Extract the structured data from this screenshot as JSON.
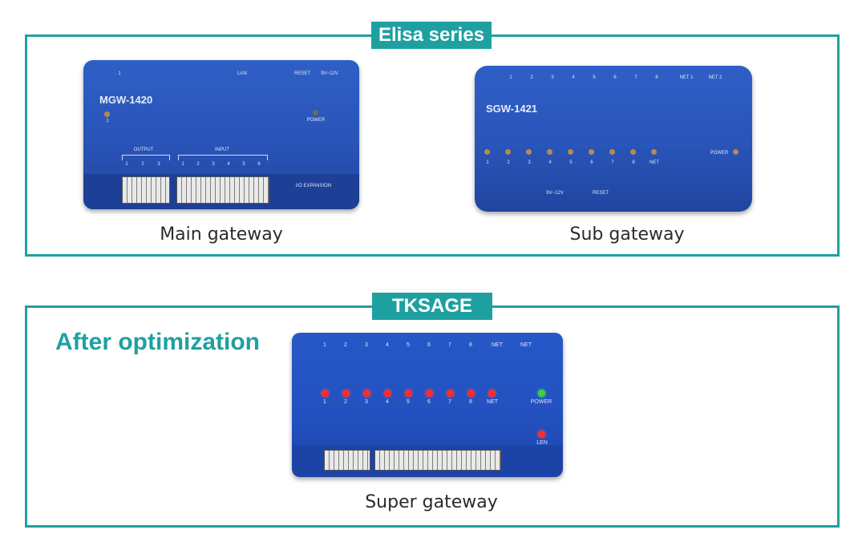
{
  "sections": {
    "elisa": {
      "tag": "Elisa series",
      "main": {
        "caption": "Main gateway",
        "model": "MGW-1420",
        "top_labels": {
          "port": "1",
          "lan": "LAN",
          "reset": "RESET",
          "dc": "9V~12V"
        },
        "power_label": "POWER",
        "led_label": "1",
        "output_label": "OUTPUT",
        "output_ports": [
          "1",
          "2",
          "3"
        ],
        "input_label": "INPUT",
        "input_ports": [
          "1",
          "2",
          "3",
          "4",
          "5",
          "6"
        ],
        "expansion_label": "I/O EXPANSION"
      },
      "sub": {
        "caption": "Sub gateway",
        "model": "SGW-1421",
        "top_ports": [
          "1",
          "2",
          "3",
          "4",
          "5",
          "6",
          "7",
          "8",
          "NET 1",
          "NET 2"
        ],
        "led_labels": [
          "1",
          "2",
          "3",
          "4",
          "5",
          "6",
          "7",
          "8",
          "NET"
        ],
        "power_label": "POWER",
        "dc_label": "9V~12V",
        "reset_label": "RESET"
      }
    },
    "tksage": {
      "tag": "TKSAGE",
      "heading": "After optimization",
      "super": {
        "caption": "Super gateway",
        "top_ports": [
          "1",
          "2",
          "3",
          "4",
          "5",
          "6",
          "7",
          "8",
          "NET",
          "NET"
        ],
        "led_labels": [
          "1",
          "2",
          "3",
          "4",
          "5",
          "6",
          "7",
          "8",
          "NET"
        ],
        "power_label": "POWER",
        "len_label": "LEN"
      }
    }
  }
}
